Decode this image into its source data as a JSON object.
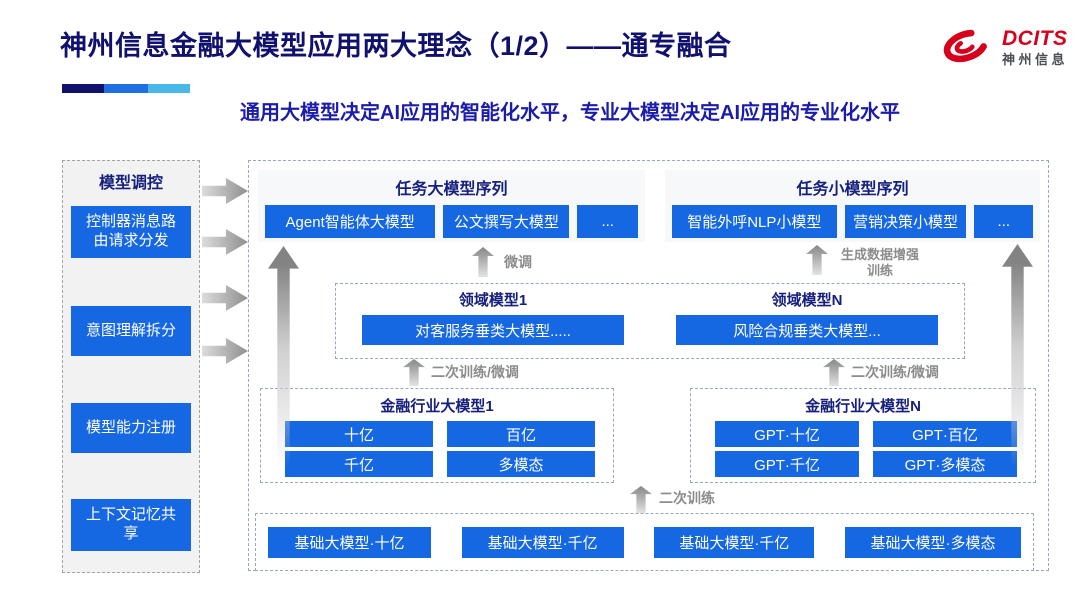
{
  "header": {
    "title": "神州信息金融大模型应用两大理念（1/2）——通专融合",
    "subtitle": "通用大模型决定AI应用的智能化水平，专业大模型决定AI应用的专业化水平",
    "logo": {
      "brand": "DCITS",
      "brand_cn": "神州信息"
    }
  },
  "sidebar": {
    "title": "模型调控",
    "items": [
      {
        "label": "控制器消息路由请求分发"
      },
      {
        "label": "意图理解拆分"
      },
      {
        "label": "模型能力注册"
      },
      {
        "label": "上下文记忆共享"
      }
    ]
  },
  "diagram": {
    "task_large": {
      "title": "任务大模型序列",
      "boxes": [
        "Agent智能体大模型",
        "公文撰写大模型",
        "..."
      ]
    },
    "task_small": {
      "title": "任务小模型序列",
      "boxes": [
        "智能外呼NLP小模型",
        "营销决策小模型",
        "..."
      ]
    },
    "arrow_labels": {
      "finetune": "微调",
      "gen_data_training": "生成数据增强训练",
      "retrain_finetune_left": "二次训练/微调",
      "retrain_finetune_right": "二次训练/微调",
      "secondary_training": "二次训练"
    },
    "domain_models": {
      "left": {
        "title": "领域模型1",
        "box": "对客服务垂类大模型....."
      },
      "right": {
        "title": "领域模型N",
        "box": "风险合规垂类大模型..."
      }
    },
    "industry_models": {
      "left": {
        "title": "金融行业大模型1",
        "boxes": [
          "十亿",
          "百亿",
          "千亿",
          "多模态"
        ]
      },
      "right": {
        "title": "金融行业大模型N",
        "boxes": [
          "GPT·十亿",
          "GPT·百亿",
          "GPT·千亿",
          "GPT·多模态"
        ]
      }
    },
    "base_models": [
      "基础大模型·十亿",
      "基础大模型·千亿",
      "基础大模型·千亿",
      "基础大模型·多模态"
    ]
  },
  "colors": {
    "accent_blue": "#1567e2",
    "navy_heading": "#17207d",
    "title_navy": "#10106e",
    "subtitle_navy": "#1c1caa",
    "logo_red": "#d6001c",
    "arrow_gray": "#8f8f8f"
  }
}
